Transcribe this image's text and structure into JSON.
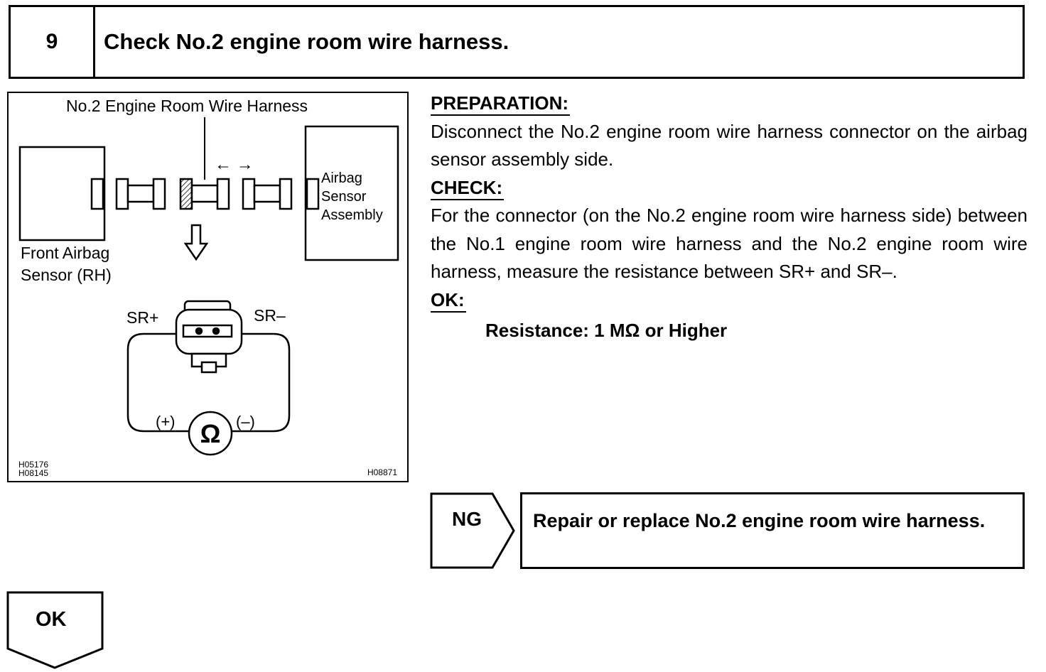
{
  "step": {
    "number": "9",
    "title": "Check No.2 engine room wire harness."
  },
  "diagram": {
    "harness_label": "No.2 Engine Room Wire Harness",
    "front_sensor_line1": "Front Airbag",
    "front_sensor_line2": "Sensor (RH)",
    "airbag_sensor_line1": "Airbag",
    "airbag_sensor_line2": "Sensor",
    "airbag_sensor_line3": "Assembly",
    "arrows": "← →",
    "sr_plus": "SR+",
    "sr_minus": "SR–",
    "meter_plus": "(+)",
    "meter_minus": "(–)",
    "ohm_symbol": "Ω",
    "code_left_1": "H05176",
    "code_left_2": "H08145",
    "code_right": "H08871"
  },
  "instructions": {
    "preparation_label": "PREPARATION:",
    "preparation_text": "Disconnect the No.2 engine room wire harness connector on the airbag sensor assembly side.",
    "check_label": "CHECK:",
    "check_text": "For the connector (on the No.2 engine room wire harness side) between the No.1 engine room wire harness and the No.2 engine room wire harness, measure the resistance between SR+ and SR–.",
    "ok_label": "OK:",
    "ok_spec": "Resistance: 1 MΩ or Higher"
  },
  "result_ng": {
    "label": "NG",
    "action": "Repair or replace No.2 engine room wire harness."
  },
  "result_ok": {
    "label": "OK"
  }
}
